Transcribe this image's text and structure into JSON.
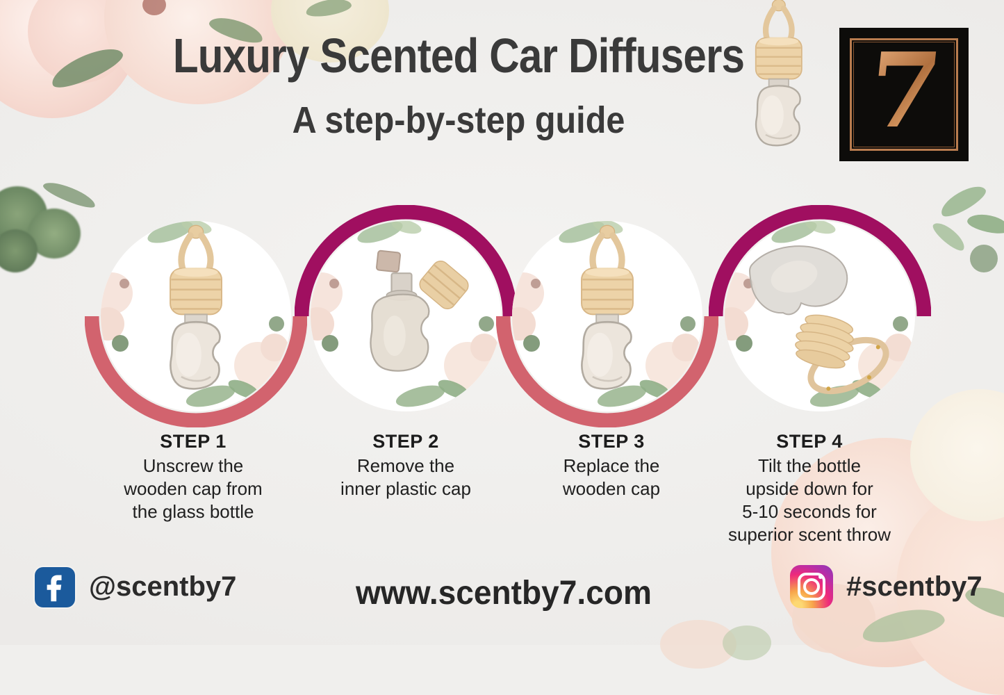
{
  "header": {
    "title": "Luxury Scented Car Diffusers",
    "subtitle": "A step-by-step guide"
  },
  "logo": {
    "text": "7"
  },
  "steps": [
    {
      "label": "STEP 1",
      "description": "Unscrew the\nwooden cap from\nthe glass bottle",
      "image": "diffuser-with-wooden-cap",
      "ring_color": "#d2636e",
      "ring_position": "bottom"
    },
    {
      "label": "STEP 2",
      "description": "Remove the\ninner plastic cap",
      "image": "bottle-with-inner-cap-removed",
      "ring_color": "#a00f60",
      "ring_position": "top"
    },
    {
      "label": "STEP 3",
      "description": "Replace the\nwooden cap",
      "image": "diffuser-with-wooden-cap",
      "ring_color": "#d2636e",
      "ring_position": "bottom"
    },
    {
      "label": "STEP 4",
      "description": "Tilt the bottle\nupside down for\n5-10 seconds for\nsuperior scent throw",
      "image": "bottle-tilted-upside-down",
      "ring_color": "#a00f60",
      "ring_position": "top"
    }
  ],
  "footer": {
    "facebook_handle": "@scentby7",
    "website": "www.scentby7.com",
    "instagram_hashtag": "#scentby7"
  },
  "colors": {
    "background": "#f0efed",
    "title_text": "#3a3a3a",
    "step_text": "#1f1f1f",
    "ring_pink": "#d2636e",
    "ring_magenta": "#a00f60",
    "facebook_blue": "#1b5a9c",
    "logo_black": "#0d0c0a",
    "logo_copper": "#c08552"
  }
}
